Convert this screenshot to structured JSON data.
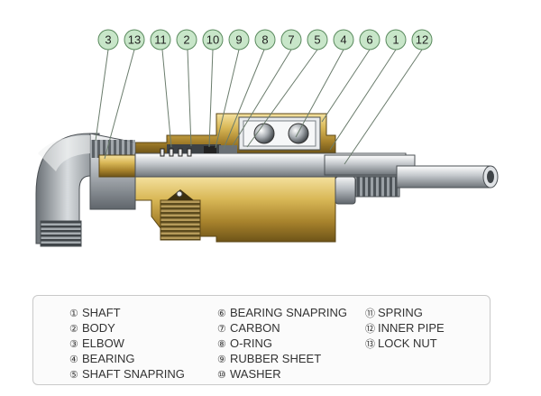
{
  "callouts": [
    "3",
    "13",
    "11",
    "2",
    "10",
    "9",
    "8",
    "7",
    "5",
    "4",
    "6",
    "1",
    "12"
  ],
  "legend": {
    "col1": [
      {
        "num": "①",
        "text": "SHAFT"
      },
      {
        "num": "②",
        "text": "BODY"
      },
      {
        "num": "③",
        "text": "ELBOW"
      },
      {
        "num": "④",
        "text": "BEARING"
      },
      {
        "num": "⑤",
        "text": "SHAFT SNAPRING"
      }
    ],
    "col2": [
      {
        "num": "⑥",
        "text": "BEARING SNAPRING"
      },
      {
        "num": "⑦",
        "text": "CARBON"
      },
      {
        "num": "⑧",
        "text": "O-RING"
      },
      {
        "num": "⑨",
        "text": "RUBBER SHEET"
      },
      {
        "num": "⑩",
        "text": "WASHER"
      }
    ],
    "col3": [
      {
        "num": "⑪",
        "text": "SPRING"
      },
      {
        "num": "⑫",
        "text": "INNER PIPE"
      },
      {
        "num": "⑬",
        "text": "LOCK NUT"
      }
    ]
  },
  "colors": {
    "callout_fill": "#c8e6c9",
    "callout_stroke": "#5a8a5e",
    "brass": "#c9a545",
    "steel": "#a9afb5",
    "legend_border": "#c9c9c9"
  },
  "icons": [
    "ball-bearing-icon",
    "thread-icon",
    "spring-icon"
  ]
}
